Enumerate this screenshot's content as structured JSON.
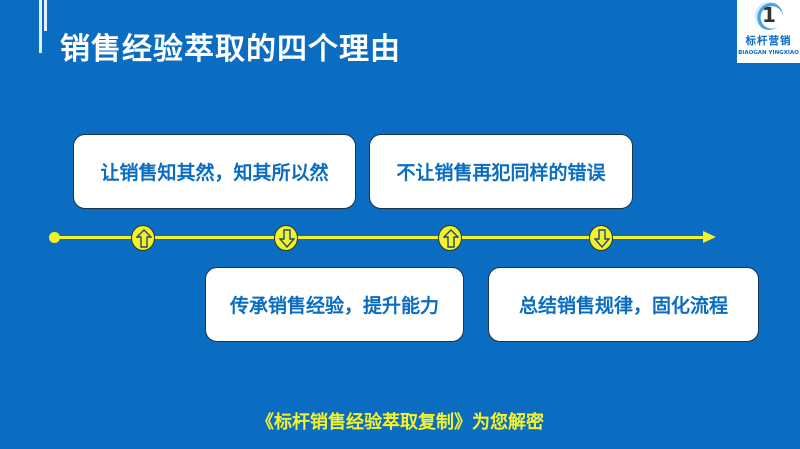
{
  "slide": {
    "title": "销售经验萃取的四个理由",
    "logo": {
      "mark": "1",
      "name_cn": "标杆营销",
      "name_en": "BIAOGAN YINGXIAO"
    },
    "timeline": {
      "color": "#f4f22a",
      "items": [
        {
          "label": "让销售知其然，知其所以然",
          "position": "above",
          "marker": "arrow-up"
        },
        {
          "label": "传承销售经验，提升能力",
          "position": "below",
          "marker": "arrow-down"
        },
        {
          "label": "不让销售再犯同样的错误",
          "position": "above",
          "marker": "arrow-up"
        },
        {
          "label": "总结销售规律，固化流程",
          "position": "below",
          "marker": "arrow-down"
        }
      ]
    },
    "footer": "《标杆销售经验萃取复制》为您解密",
    "colors": {
      "background": "#0a6dc2",
      "card_text": "#0a6dc2",
      "footer_text": "#f4f22a",
      "title_text": "#ffffff"
    }
  }
}
